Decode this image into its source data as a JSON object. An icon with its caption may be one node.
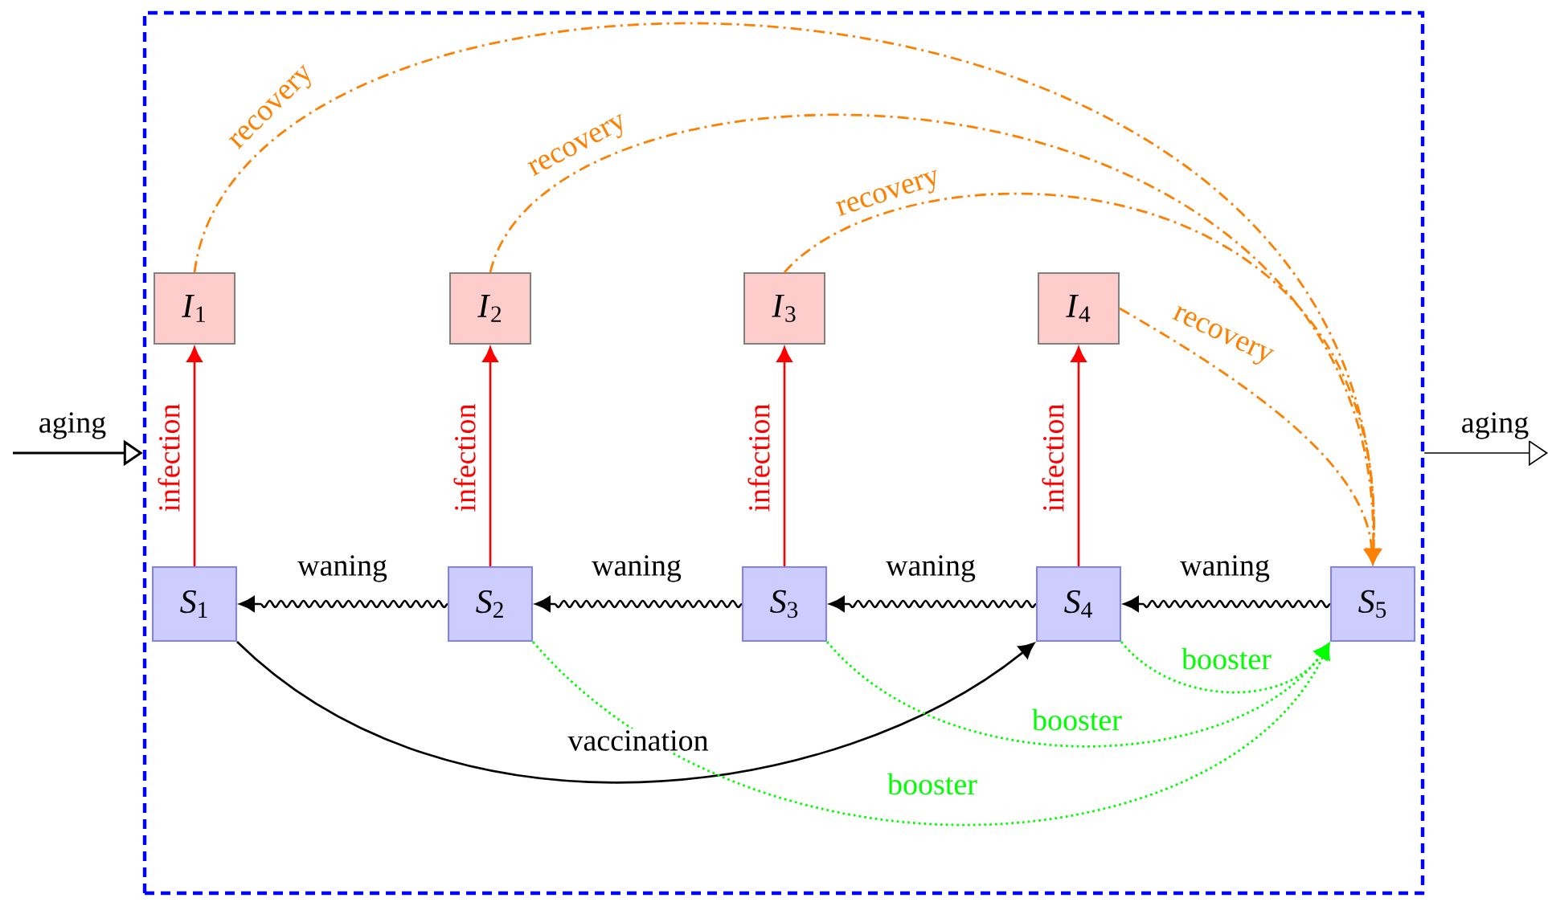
{
  "diagram": {
    "nodes": [
      {
        "text": [],
        "shape": "box"
      },
      {
        "text": [
          "*I*$_{1}$"
        ],
        "in": 0
      },
      {
        "text": [
          "*I*$_{2}$"
        ],
        "in": 0
      },
      {
        "text": [
          "*I*$_{3}$"
        ],
        "in": 0
      },
      {
        "text": [
          "*I*$_{4}$"
        ],
        "in": 0
      },
      {
        "text": [
          "*S*$_{1}$"
        ],
        "in": 0
      },
      {
        "text": [
          "*S*$_{2}$"
        ],
        "in": 0
      },
      {
        "text": [
          "*S*$_{3}$"
        ],
        "in": 0
      },
      {
        "text": [
          "*S*$_{4}$"
        ],
        "in": 0
      },
      {
        "text": [
          "*S*$_{5}$"
        ],
        "in": 0
      }
    ],
    "edges": [
      {
        "from": null,
        "to": 0,
        "arrow": "to",
        "label": "aging"
      },
      {
        "from": 0,
        "to": null,
        "arrow": "to",
        "label": "aging"
      },
      {
        "from": 5,
        "to": 1,
        "arrow": "to",
        "label": "infection",
        "color": "#ff0000"
      },
      {
        "from": 6,
        "to": 2,
        "arrow": "to",
        "label": "infection",
        "color": "#ff0000"
      },
      {
        "from": 7,
        "to": 3,
        "arrow": "to",
        "label": "infection",
        "color": "#ff0000"
      },
      {
        "from": 8,
        "to": 4,
        "arrow": "to",
        "label": "infection",
        "color": "#ff0000"
      },
      {
        "from": 6,
        "to": 5,
        "arrow": "to",
        "label": "waning"
      },
      {
        "from": 7,
        "to": 6,
        "arrow": "to",
        "label": "waning"
      },
      {
        "from": 8,
        "to": 7,
        "arrow": "to",
        "label": "waning"
      },
      {
        "from": 9,
        "to": 8,
        "arrow": "to",
        "label": "waning"
      },
      {
        "from": 5,
        "to": 8,
        "arrow": "to",
        "label": "vaccination"
      },
      {
        "from": 8,
        "to": 9,
        "arrow": "to",
        "label": "booster",
        "style": "dashed",
        "color": "#00ff00"
      },
      {
        "from": 7,
        "to": 9,
        "arrow": "to",
        "label": "booster",
        "style": "dashed",
        "color": "#00ff00"
      },
      {
        "from": 6,
        "to": 9,
        "arrow": "to",
        "label": "booster",
        "style": "dashed",
        "color": "#00ff00"
      },
      {
        "from": 1,
        "to": 9,
        "arrow": "to",
        "label": "recovery",
        "style": "dashed",
        "color": "#ff8000"
      },
      {
        "from": 2,
        "to": 9,
        "arrow": "to",
        "label": "recovery",
        "style": "dashed",
        "color": "#ff8000"
      },
      {
        "from": 3,
        "to": 9,
        "arrow": "to",
        "label": "recovery",
        "style": "dashed",
        "color": "#ff8000"
      },
      {
        "from": 4,
        "to": 9,
        "arrow": "to",
        "label": "recovery",
        "style": "dashed",
        "color": "#ff8000"
      }
    ]
  }
}
